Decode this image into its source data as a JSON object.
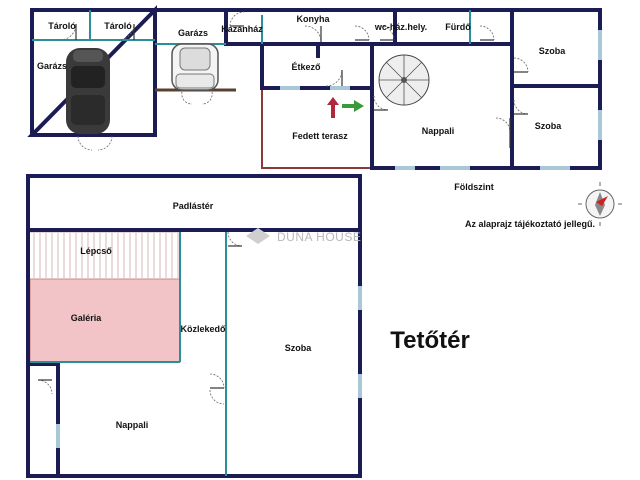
{
  "ground_floor": {
    "rooms": {
      "tarolo1": "Tároló",
      "tarolo2": "Tároló",
      "garazs1": "Garázs",
      "garazs2": "Garázs",
      "kazanhaz": "Kazánház",
      "konyha": "Konyha",
      "wc": "wc-ház.hely.",
      "furdo": "Fürdő",
      "szoba1": "Szoba",
      "szoba2": "Szoba",
      "etkezo": "Étkező",
      "fedett_terasz": "Fedett terasz",
      "nappali": "Nappali"
    },
    "level_label": "Földszint",
    "disclaimer": "Az alaprajz tájékoztató jellegű."
  },
  "top_floor": {
    "rooms": {
      "padlaster": "Padlástér",
      "lepcso": "Lépcső",
      "galeria": "Galéria",
      "kozlekedo": "Közlekedő",
      "szoba": "Szoba",
      "nappali": "Nappali"
    },
    "level_title": "Tetőtér"
  },
  "watermark": "DUNA HOUSE",
  "colors": {
    "wall": "#1c1c55",
    "partition": "#2a8f9a",
    "gallery_fill": "#f2c4c8",
    "terrace_outline": "#8b3a3a"
  },
  "icons": [
    "car-icon",
    "compass-icon",
    "spiral-stair-icon",
    "arrow-up-icon",
    "arrow-right-icon"
  ]
}
